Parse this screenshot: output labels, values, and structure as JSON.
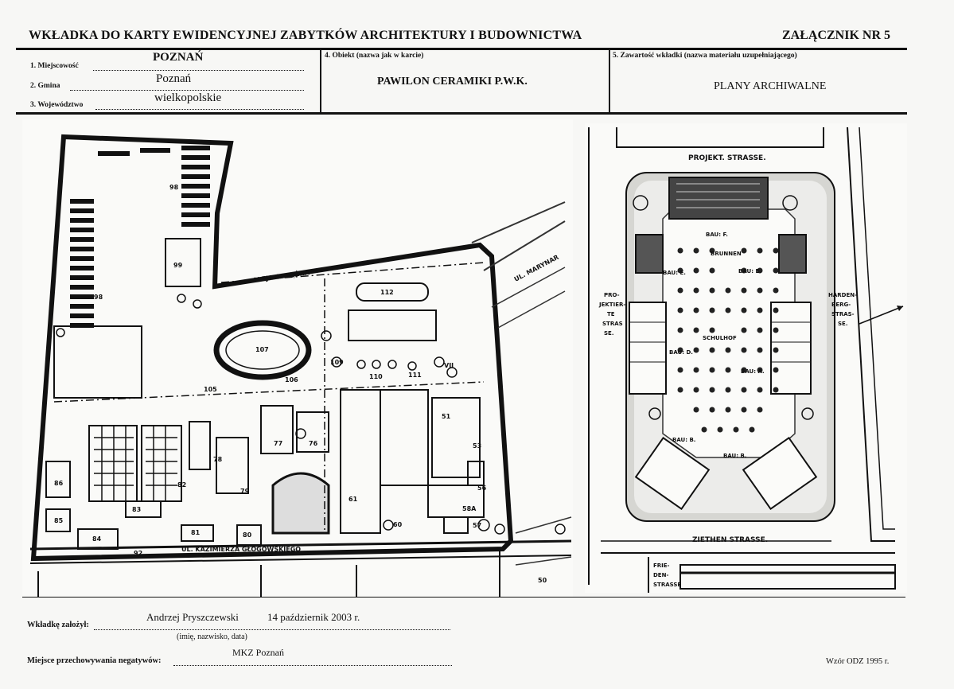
{
  "header": {
    "title": "WKŁADKA DO KARTY EWIDENCYJNEJ ZABYTKÓW ARCHITEKTURY I BUDOWNICTWA",
    "annex": "ZAŁĄCZNIK NR 5"
  },
  "fields": {
    "miejscowosc_label": "1. Miejscowość",
    "miejscowosc_value": "POZNAŃ",
    "gmina_label": "2. Gmina",
    "gmina_value": "Poznań",
    "wojewodztwo_label": "3. Województwo",
    "wojewodztwo_value": "wielkopolskie",
    "obiekt_label": "4. Obiekt (nazwa jak w karcie)",
    "obiekt_value": "PAWILON CERAMIKI P.W.K.",
    "zawartosc_label": "5. Zawartość wkładki (nazwa materiału uzupełniającego)",
    "zawartosc_value": "PLANY ARCHIWALNE"
  },
  "left_map": {
    "labels": {
      "aleja": "ALEJA OKRĘŻNA",
      "kazimierza": "UL. KAZIMIERZA GŁOGOWSKIEGO",
      "marynarska": "UL. MARYNAR",
      "n107": "107",
      "n112": "112",
      "n99": "99",
      "n98a": "98",
      "n98b": "98",
      "n92": "92",
      "n86": "86",
      "n85": "85",
      "n84": "84",
      "n83": "83",
      "n81": "81",
      "n80": "80",
      "n78": "78",
      "n77": "77",
      "n76": "76",
      "n61": "61",
      "n60": "60",
      "n50": "50",
      "n106": "106",
      "n105": "105",
      "n109": "109",
      "n110": "110",
      "n111": "111",
      "nVII": "VII",
      "n51": "51",
      "n53": "53",
      "n56": "56",
      "n58a": "58A",
      "n57": "57",
      "n79": "79",
      "n82": "82"
    }
  },
  "right_map": {
    "labels": {
      "projekt": "PROJEKT. STRASSE.",
      "ziethen": "ZIETHEN STRASSE.",
      "projektierte": [
        "PRO-",
        "JEKTIER-",
        "TE",
        "STRAS",
        "SE."
      ],
      "hardenberg": [
        "HARDEN-",
        "BERG-",
        "STRAS-",
        "SE."
      ],
      "friedenstrasse": [
        "FRIE-",
        "DEN-",
        "STRASSE"
      ],
      "bau_f": "BAU: F.",
      "bau_e1": "BAU: E.",
      "bau_e2": "BAU: E.",
      "bau_d": "BAU: D.",
      "bau_a": "BAU: A.",
      "bau_b1": "BAU: B.",
      "bau_b2": "BAU: B.",
      "brunnen": "BRUNNEN",
      "schulhof": "SCHULHOF"
    }
  },
  "footer": {
    "zalozyl_label": "Wkładkę założył:",
    "zalozyl_name": "Andrzej Pryszczewski",
    "zalozyl_date": "14 październik 2003 r.",
    "zalozyl_hint": "(imię, nazwisko, data)",
    "negatywy_label": "Miejsce przechowywania negatywów:",
    "negatywy_value": "MKZ Poznań",
    "wzor": "Wzór ODZ 1995 r."
  }
}
